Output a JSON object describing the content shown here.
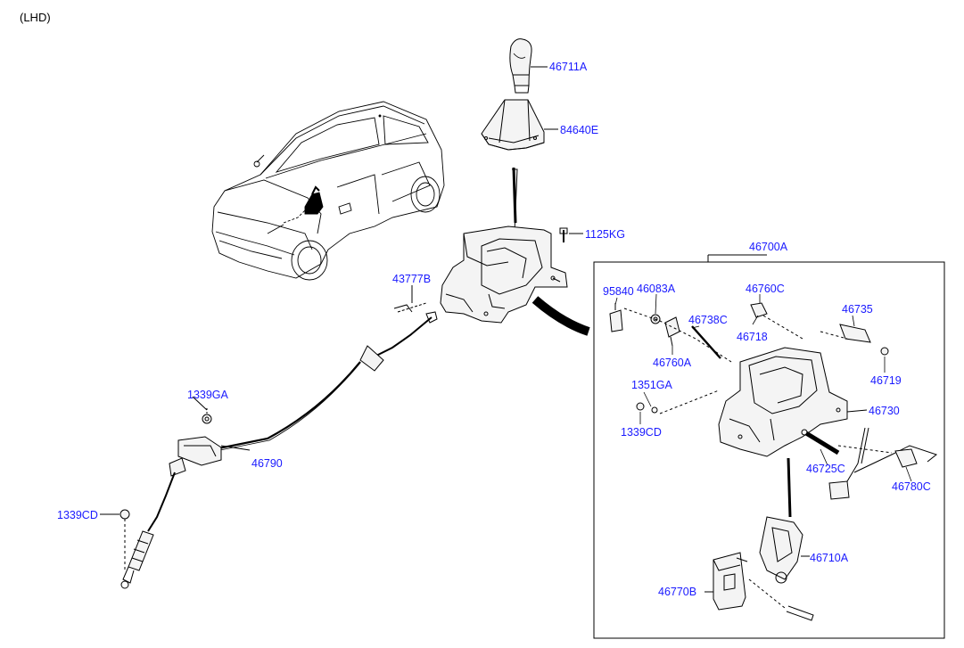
{
  "page": {
    "note": "(LHD)"
  },
  "colors": {
    "callout_text": "#1a1aff",
    "line": "#000000",
    "part_fill": "#f2f2f2"
  },
  "callouts": {
    "p46711A": "46711A",
    "p84640E": "84640E",
    "p1125KG": "1125KG",
    "p46700A": "46700A",
    "p43777B": "43777B",
    "p95840": "95840",
    "p46083A": "46083A",
    "p46760C": "46760C",
    "p46738C": "46738C",
    "p46718": "46718",
    "p46735": "46735",
    "p46760A": "46760A",
    "p46719": "46719",
    "p1351GA": "1351GA",
    "p1339GA": "1339GA",
    "p46730": "46730",
    "p1339CD_mid": "1339CD",
    "p46725C": "46725C",
    "p46780C": "46780C",
    "p46790": "46790",
    "p1339CD_left": "1339CD",
    "p46710A": "46710A",
    "p46770B": "46770B"
  },
  "icons": {
    "vehicle": "hatchback-car-icon",
    "knob": "shift-knob-icon",
    "boot": "shift-boot-icon",
    "lever": "shift-lever-assembly-icon",
    "cable": "shift-cable-icon"
  }
}
